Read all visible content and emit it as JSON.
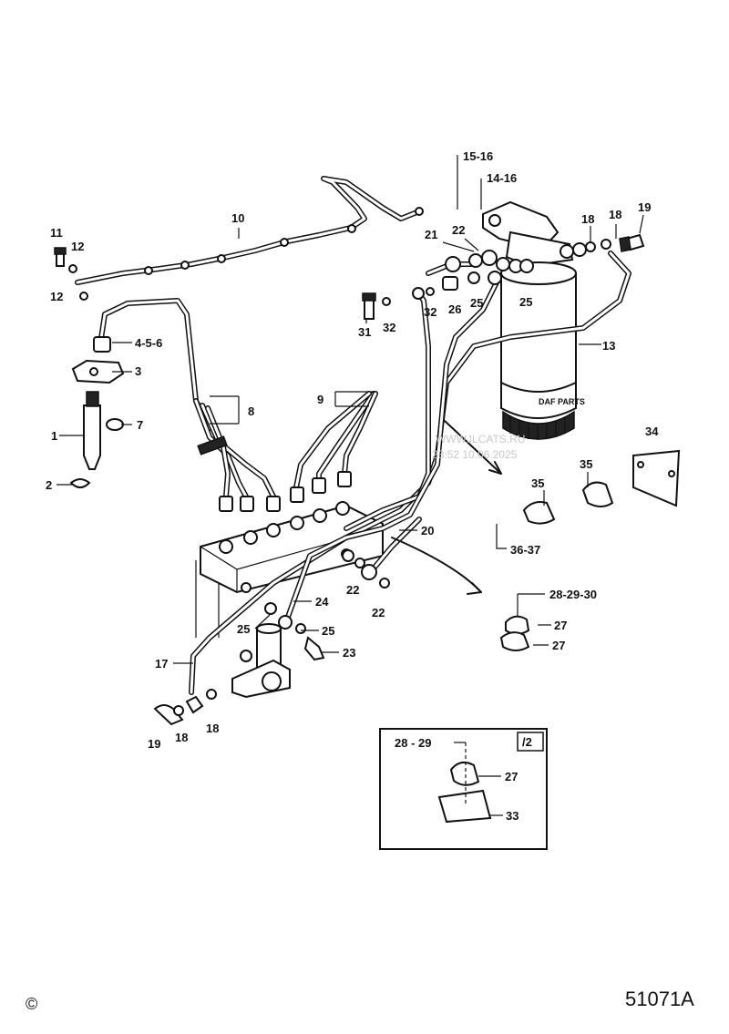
{
  "diagram": {
    "drawing_number": "51071A",
    "copyright_symbol": "©",
    "filter_brand": "DAF PARTS",
    "inset_tag": "/2",
    "watermark": {
      "line1": "WWW.ILCATS.RU",
      "line2": "23:52 10.06.2025"
    },
    "labels": {
      "l_15_16": "15-16",
      "l_14_16": "14-16",
      "l_10": "10",
      "l_11": "11",
      "l_12a": "12",
      "l_12b": "12",
      "l_21": "21",
      "l_22a": "22",
      "l_18a": "18",
      "l_18b": "18",
      "l_19a": "19",
      "l_4_5_6": "4-5-6",
      "l_3": "3",
      "l_31": "31",
      "l_32a": "32",
      "l_32b": "32",
      "l_26": "26",
      "l_25a": "25",
      "l_25b": "25",
      "l_13": "13",
      "l_8": "8",
      "l_9": "9",
      "l_7": "7",
      "l_1": "1",
      "l_2": "2",
      "l_34": "34",
      "l_35a": "35",
      "l_35b": "35",
      "l_36_37": "36-37",
      "l_20": "20",
      "l_22b": "22",
      "l_22c": "22",
      "l_28_29_30": "28-29-30",
      "l_24": "24",
      "l_25c": "25",
      "l_25d": "25",
      "l_27a": "27",
      "l_27b": "27",
      "l_17": "17",
      "l_23": "23",
      "l_19b": "19",
      "l_18c": "18",
      "l_18d": "18",
      "l_28_29": "28 - 29",
      "l_27c": "27",
      "l_33": "33"
    }
  }
}
